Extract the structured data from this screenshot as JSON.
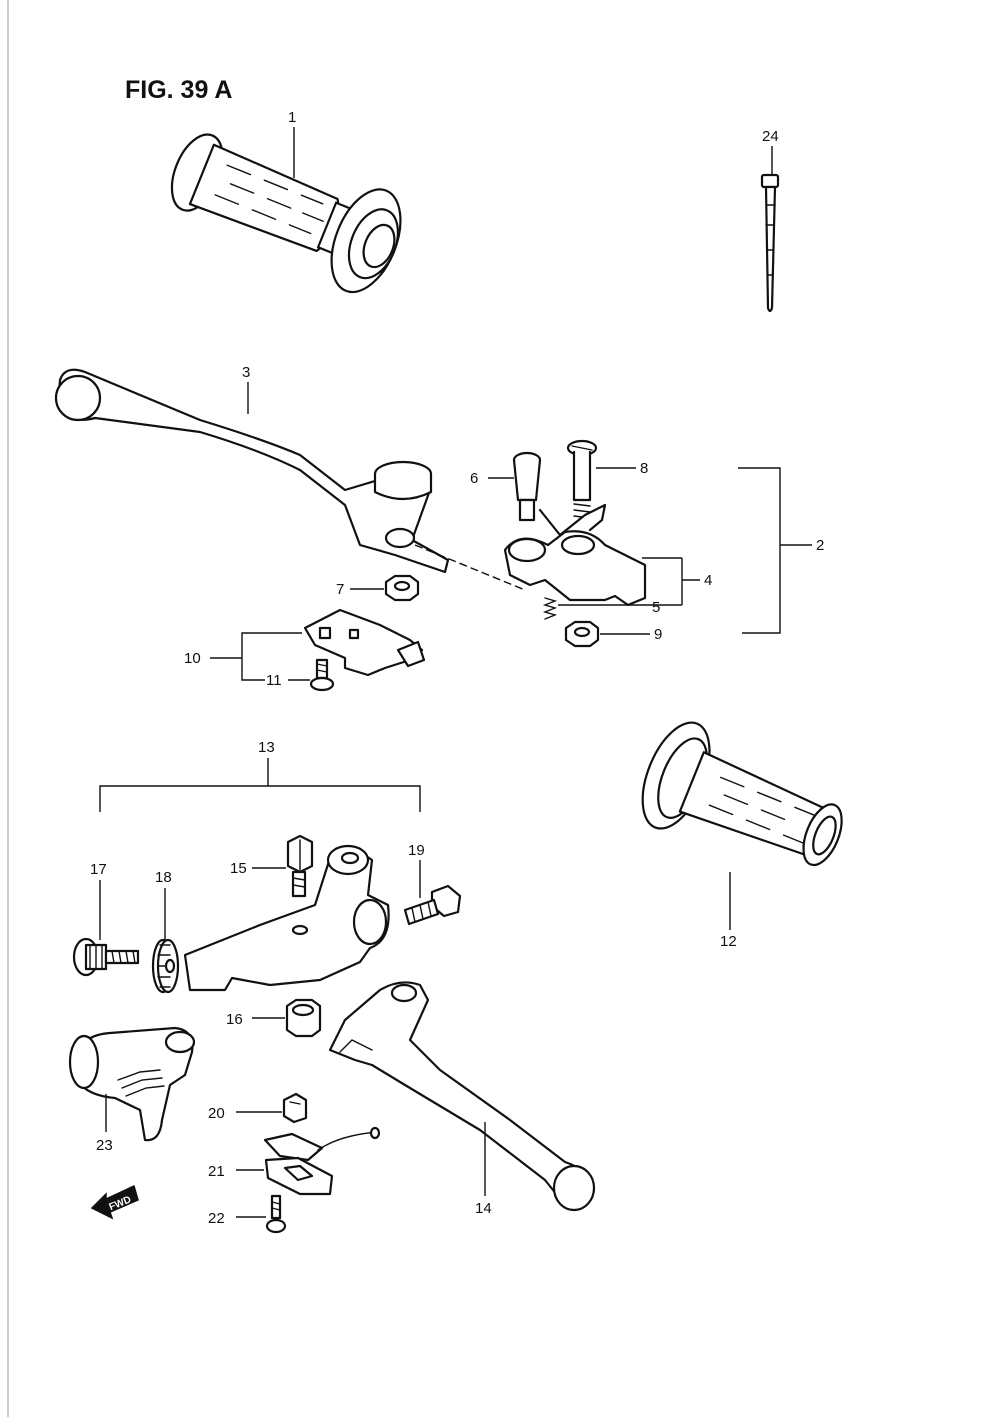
{
  "figure": {
    "title": "FIG. 39 A"
  },
  "callouts": {
    "c1": "1",
    "c2": "2",
    "c3": "3",
    "c4": "4",
    "c5": "5",
    "c6": "6",
    "c7": "7",
    "c8": "8",
    "c9": "9",
    "c10": "10",
    "c11": "11",
    "c12": "12",
    "c13": "13",
    "c14": "14",
    "c15": "15",
    "c16": "16",
    "c17": "17",
    "c18": "18",
    "c19": "19",
    "c20": "20",
    "c21": "21",
    "c22": "22",
    "c23": "23",
    "c24": "24"
  },
  "direction_marker": {
    "label": "FWD"
  }
}
